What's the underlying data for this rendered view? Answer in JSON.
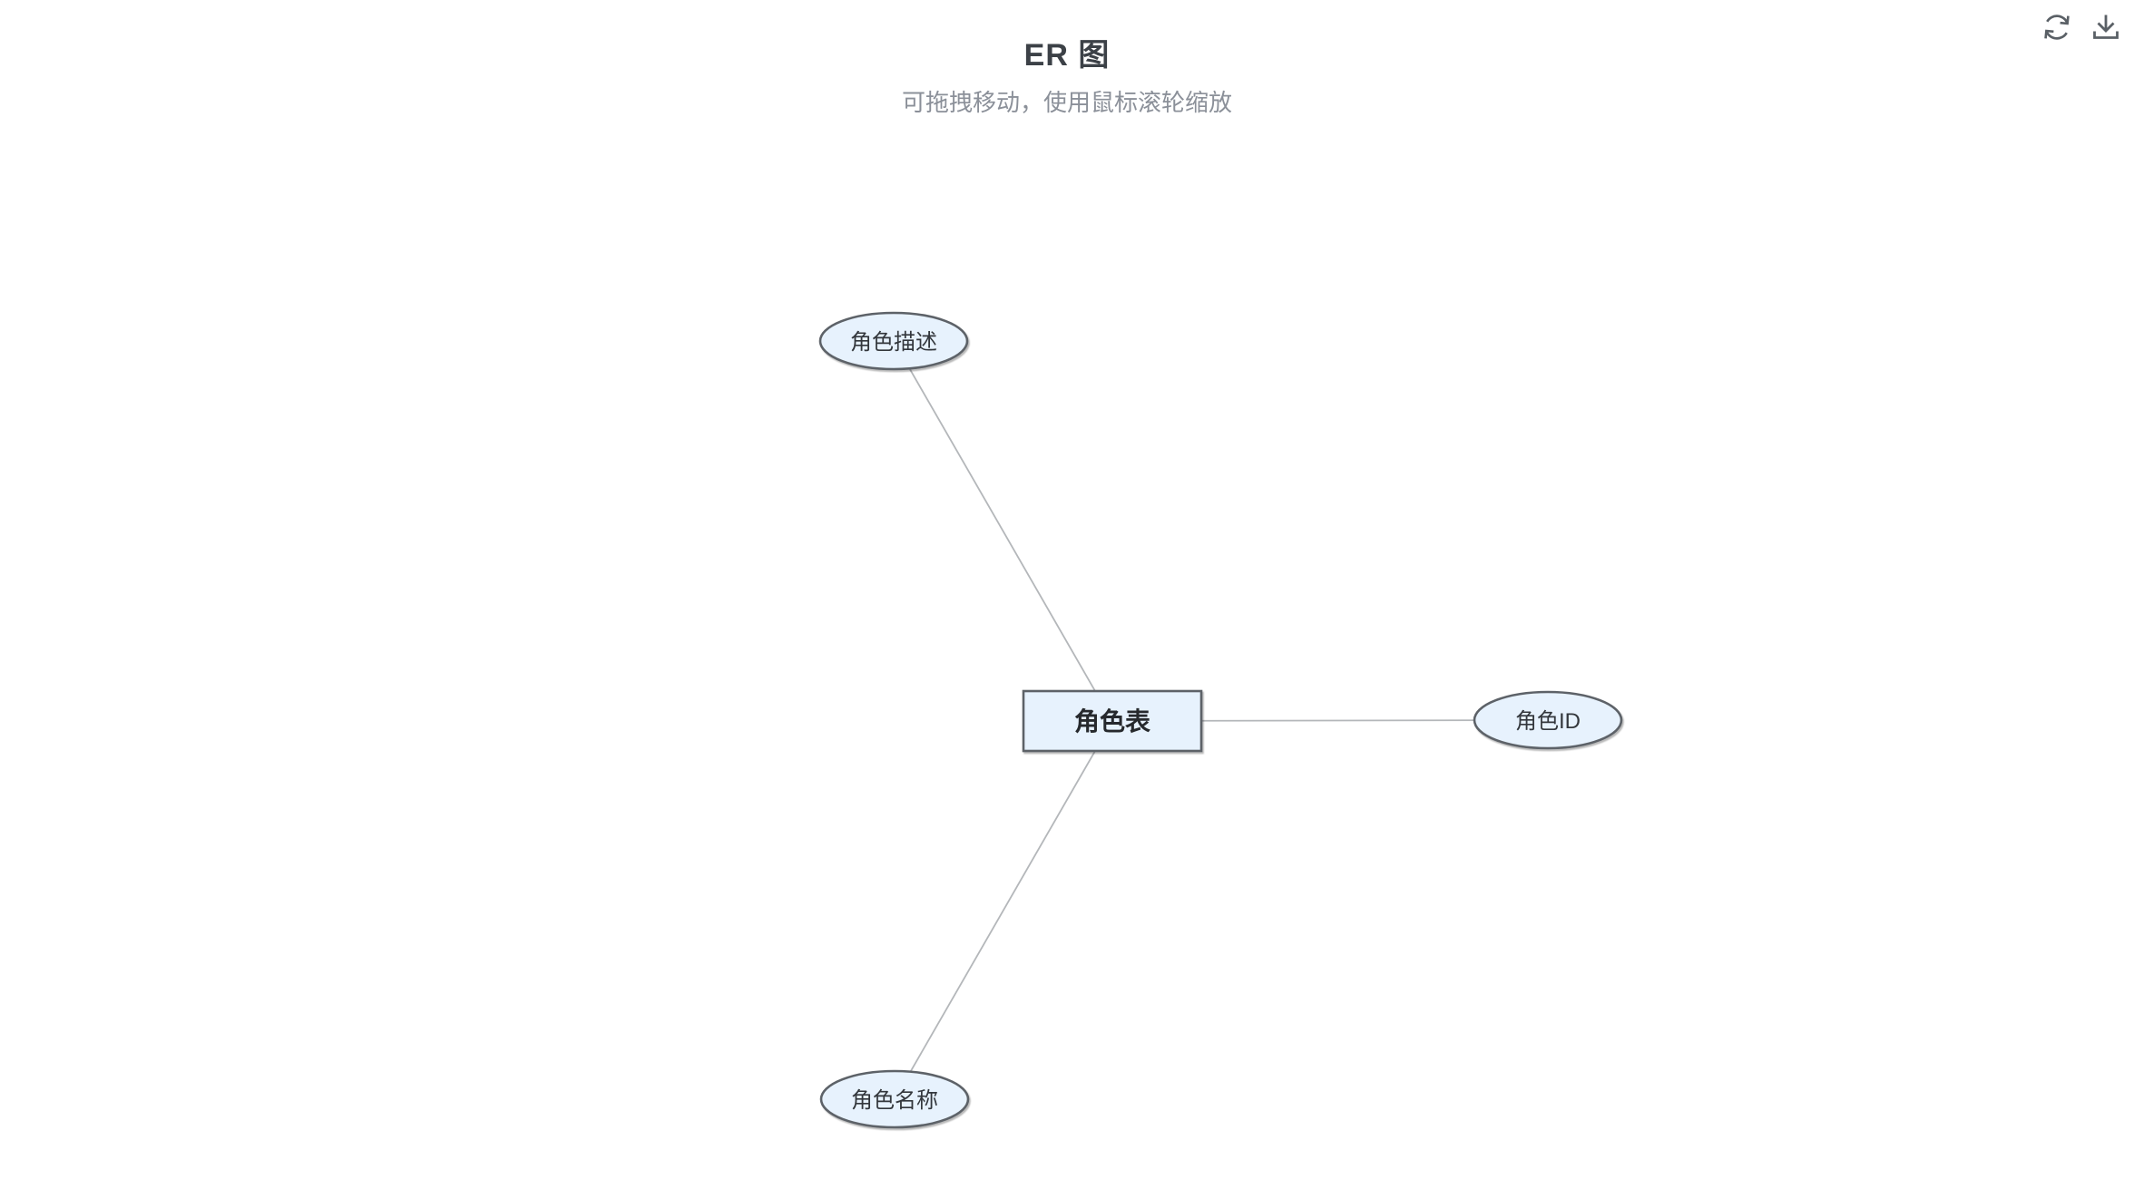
{
  "header": {
    "title": "ER 图",
    "subtitle": "可拖拽移动，使用鼠标滚轮缩放"
  },
  "toolbar": {
    "refresh_icon": "refresh-icon",
    "download_icon": "download-icon"
  },
  "diagram": {
    "entity": {
      "label": "角色表"
    },
    "attributes": [
      {
        "label": "角色描述"
      },
      {
        "label": "角色ID"
      },
      {
        "label": "角色名称"
      }
    ],
    "edges": [
      {
        "from": "角色表",
        "to": "角色描述"
      },
      {
        "from": "角色表",
        "to": "角色ID"
      },
      {
        "from": "角色表",
        "to": "角色名称"
      }
    ],
    "colors": {
      "node_fill": "#e7f2fd",
      "node_border": "#5d6268",
      "edge": "#b4b7ba",
      "title_text": "#3c4147",
      "subtitle_text": "#8b9099",
      "icon": "#5a6066"
    }
  }
}
